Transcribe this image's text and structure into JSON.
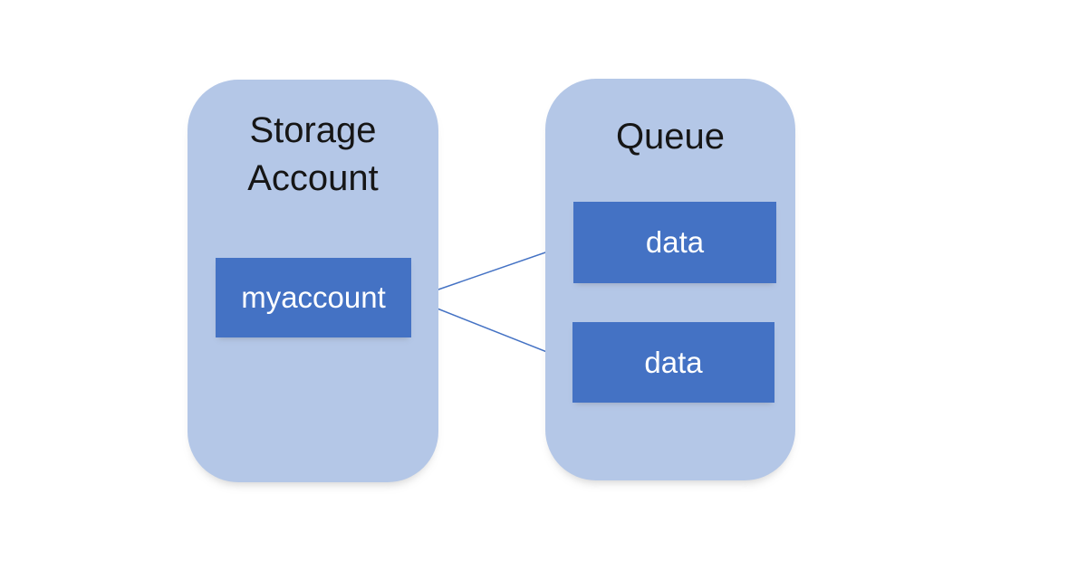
{
  "storage_account": {
    "title": "Storage Account",
    "account_label": "myaccount"
  },
  "queue": {
    "title": "Queue",
    "messages": [
      {
        "label": "data"
      },
      {
        "label": "data"
      }
    ]
  },
  "colors": {
    "container_fill": "#B4C7E7",
    "inner_box_fill": "#4472C4",
    "connector_line": "#4472C4",
    "inner_box_text": "#FFFFFF",
    "title_text": "#161616",
    "background": "#FFFFFF"
  }
}
